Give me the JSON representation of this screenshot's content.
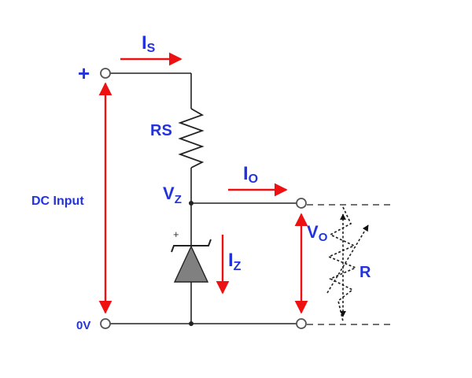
{
  "labels": {
    "plus_terminal": "+",
    "zero_terminal": "0V",
    "dc_input": "DC Input",
    "series_resistor": "RS",
    "supply_current": {
      "main": "I",
      "sub": "S"
    },
    "output_current": {
      "main": "I",
      "sub": "O"
    },
    "zener_voltage": {
      "main": "V",
      "sub": "Z"
    },
    "zener_current": {
      "main": "I",
      "sub": "Z"
    },
    "output_voltage": {
      "main": "V",
      "sub": "O"
    },
    "load_resistor": "R",
    "zener_polarity": "+"
  },
  "colors": {
    "wire": "#222222",
    "arrow": "#ee1111",
    "label": "#2233dd",
    "diode": "#808080",
    "dashed": "#444444"
  }
}
